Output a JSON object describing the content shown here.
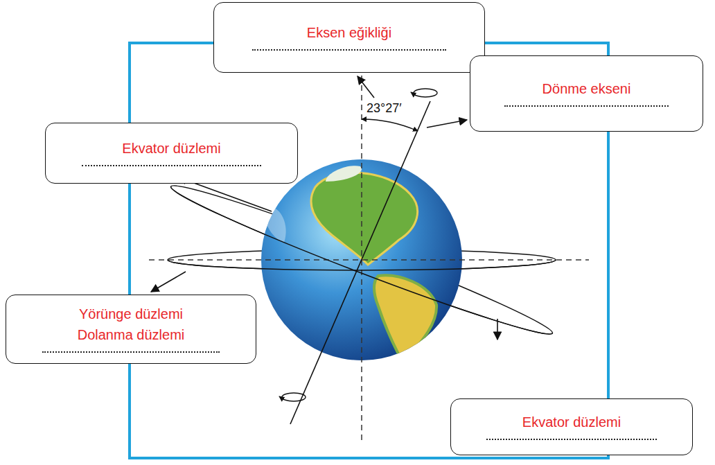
{
  "diagram": {
    "nodes": [
      {
        "text": [
          "Eksen eğikliği"
        ]
      },
      {
        "text": [
          "Dönme ekseni"
        ]
      },
      {
        "text": [
          "Ekvator düzlemi"
        ]
      },
      {
        "text": [
          "Yörünge düzlemi",
          "Dolanma düzlemi"
        ]
      },
      {
        "text": [
          "Ekvator düzlemi"
        ]
      }
    ],
    "labels": [
      "23°27′"
    ]
  }
}
